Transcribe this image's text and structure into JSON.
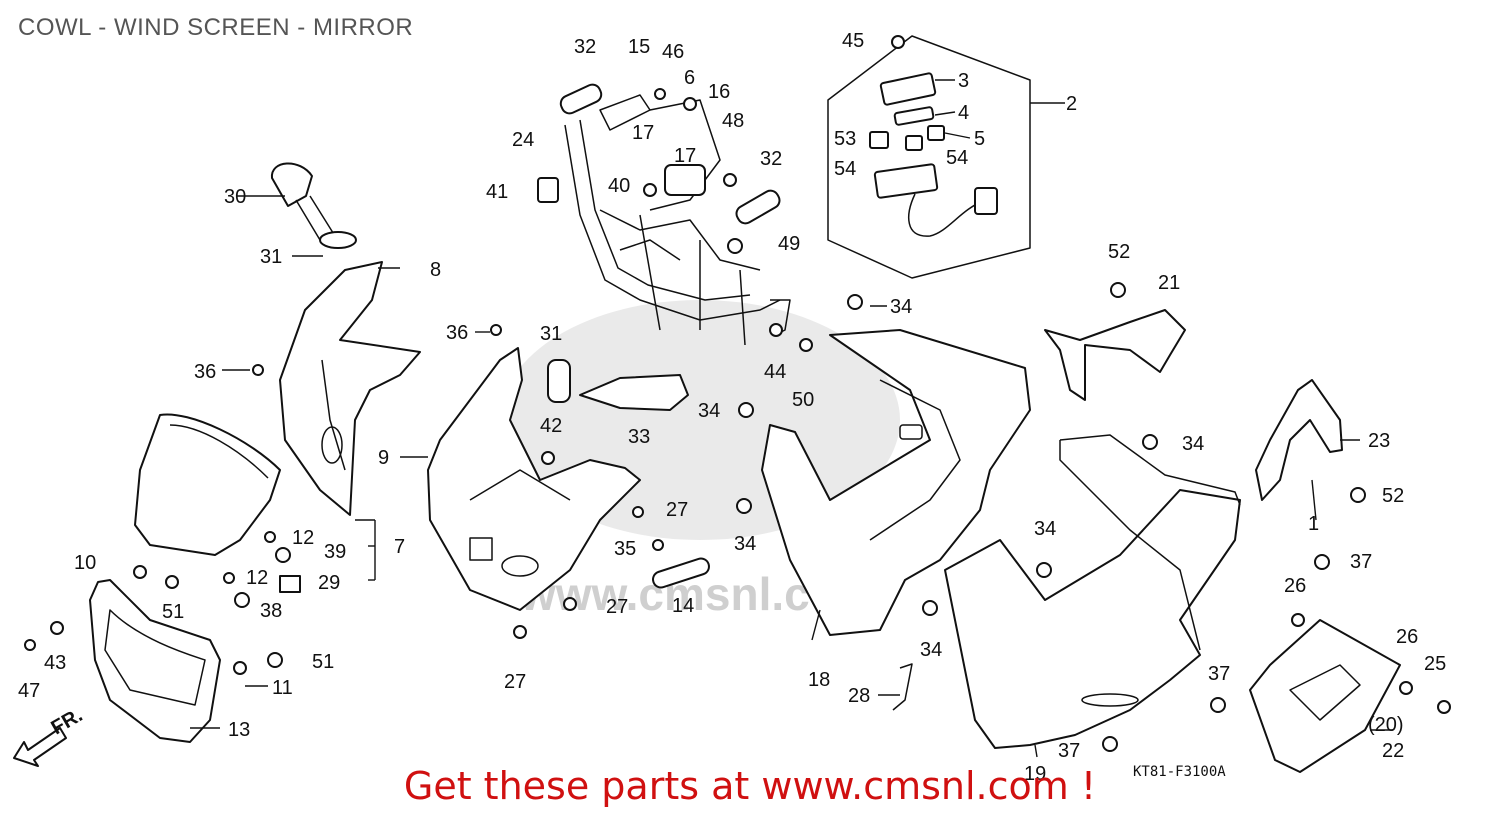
{
  "title": "COWL - WIND SCREEN - MIRROR",
  "diagram_code": "KT81-F3100A",
  "promo_text": "Get these parts at www.cmsnl.com !",
  "watermark": "www.cmsnl.com",
  "labels": {
    "l2": "2",
    "l3": "3",
    "l4": "4",
    "l5": "5",
    "l53": "53",
    "l54a": "54",
    "l54b": "54",
    "l45": "45",
    "l32a": "32",
    "l15": "15",
    "l46": "46",
    "l6": "6",
    "l16": "16",
    "l48": "48",
    "l24": "24",
    "l17a": "17",
    "l17b": "17",
    "l41": "41",
    "l40": "40",
    "l32b": "32",
    "l49": "49",
    "l30": "30",
    "l31a": "31",
    "l8": "8",
    "l36a": "36",
    "l36b": "36",
    "l31b": "31",
    "l9": "9",
    "l42": "42",
    "l33": "33",
    "l44": "44",
    "l50": "50",
    "l34a": "34",
    "l34b": "34",
    "l34c": "34",
    "l34d": "34",
    "l34e": "34",
    "l34f": "34",
    "l27a": "27",
    "l27b": "27",
    "l27c": "27",
    "l35": "35",
    "l14": "14",
    "l12a": "12",
    "l12b": "12",
    "l39": "39",
    "l29": "29",
    "l7": "7",
    "l38": "38",
    "l10": "10",
    "l51a": "51",
    "l51b": "51",
    "l43": "43",
    "l47": "47",
    "l11": "11",
    "l13": "13",
    "l18": "18",
    "l28": "28",
    "l19": "19",
    "l52a": "52",
    "l52b": "52",
    "l21": "21",
    "l23": "23",
    "l1": "1",
    "l37a": "37",
    "l37b": "37",
    "l37c": "37",
    "l26a": "26",
    "l26b": "26",
    "l25": "25",
    "l20": "(20)",
    "l22": "22",
    "lfr": "FR."
  },
  "colors": {
    "promo": "#d01010",
    "title": "#555555",
    "lines": "#111111"
  }
}
